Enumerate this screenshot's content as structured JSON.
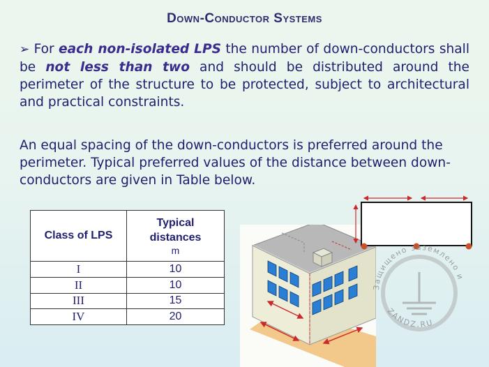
{
  "title": "Down-Conductor Systems",
  "paragraph1": {
    "bullet": "➢",
    "t1": " For ",
    "em1": "each non-isolated LPS",
    "t2": " the number of down-conductors shall be ",
    "em2": "not less than two",
    "t3": " and should be distributed around the perimeter of the structure to be protected, subject to architectural and practical constraints."
  },
  "paragraph2": "An equal spacing of the down-conductors is preferred around the perimeter. Typical preferred values of the distance between down-conductors are given in Table below.",
  "table": {
    "col1_header": "Class of LPS",
    "col2_header": "Typical distances",
    "col2_unit": "m",
    "rows": [
      {
        "class": "I",
        "distance": "10"
      },
      {
        "class": "II",
        "distance": "10"
      },
      {
        "class": "III",
        "distance": "15"
      },
      {
        "class": "IV",
        "distance": "20"
      }
    ]
  },
  "watermark": {
    "text_top": "Защищено заземлено и",
    "text_bottom": "ZANDZ.RU"
  },
  "colors": {
    "text": "#1e1d6e",
    "title": "#2e2a6e",
    "arrow": "#cc2a2a",
    "conductor_dot": "#c8502a"
  }
}
